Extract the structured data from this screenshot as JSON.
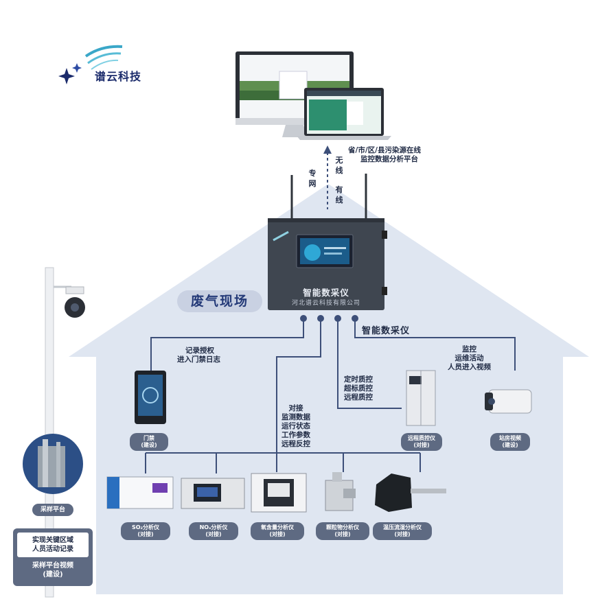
{
  "logo": {
    "name": "谱云科技"
  },
  "cloud_platform": {
    "label_line1": "省/市/区/县污染源在线",
    "label_line2": "监控数据分析平台"
  },
  "links": {
    "private_net": "专网",
    "wireless": "无线",
    "wired": "有线"
  },
  "site": {
    "title": "废气现场"
  },
  "collector": {
    "name": "智能数采仪",
    "maker": "河北谱云科技有限公司",
    "hub_label": "智能数采仪"
  },
  "access_control": {
    "note_line1": "记录授权",
    "note_line2": "进入门禁日志",
    "label": "门禁",
    "status": "(建设)"
  },
  "video_monitor": {
    "note_line1": "监控",
    "note_line2": "运维活动",
    "note_line3": "人员进入视频",
    "label": "站房视频",
    "status": "(建设)"
  },
  "qc_control": {
    "note_line1": "定时质控",
    "note_line2": "超标质控",
    "note_line3": "远程质控",
    "label": "远程质控仪",
    "status": "(对接)"
  },
  "analyzer_link": {
    "note_line1": "对接",
    "note_line2": "监测数据",
    "note_line3": "运行状态",
    "note_line4": "工作参数",
    "note_line5": "远程反控"
  },
  "analyzers": [
    {
      "label": "SO₂分析仪",
      "status": "(对接)"
    },
    {
      "label": "NOₓ分析仪",
      "status": "(对接)"
    },
    {
      "label": "氧含量分析仪",
      "status": "(对接)"
    },
    {
      "label": "颗粒物分析仪",
      "status": "(对接)"
    },
    {
      "label": "温压流湿分析仪",
      "status": "(对接)"
    }
  ],
  "sampling": {
    "platform_label": "采样平台",
    "box_line1": "实现关键区域",
    "box_line2": "人员活动记录",
    "caption_line1": "采样平台视频",
    "caption_line2": "(建设)"
  },
  "colors": {
    "house_fill": "#dfe6f1",
    "line": "#3d4f79",
    "pill": "#5e6a82",
    "device": "#3f4650",
    "brand": "#1b2b6b"
  }
}
